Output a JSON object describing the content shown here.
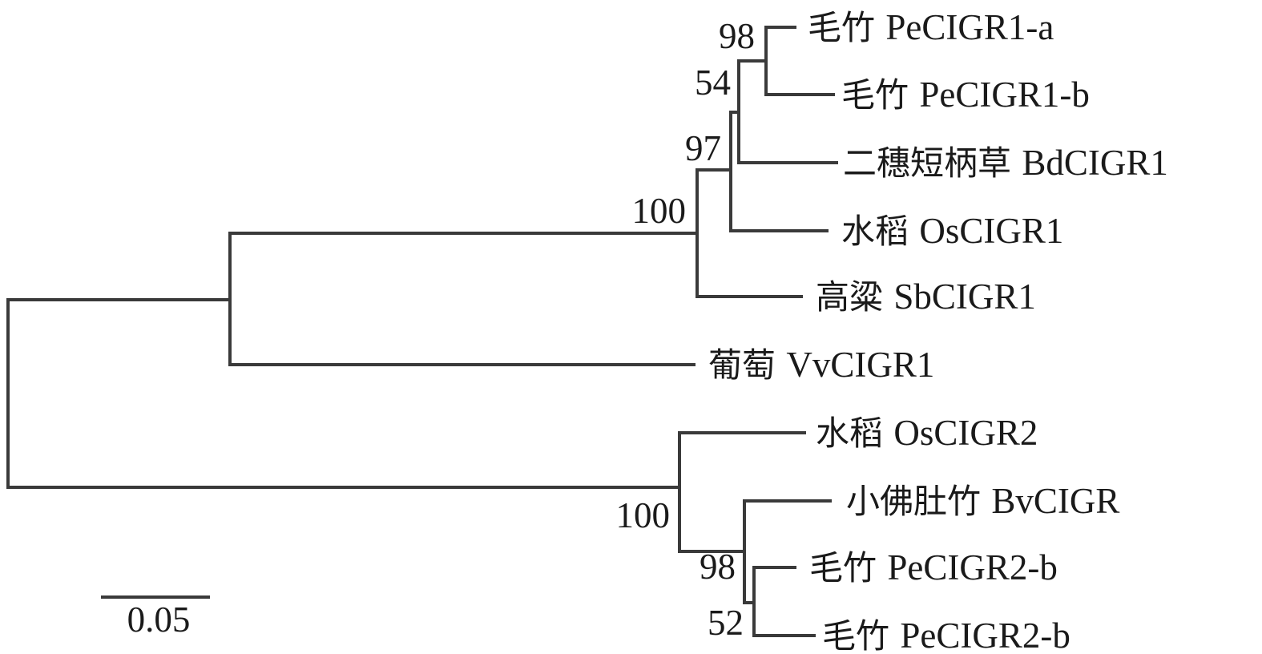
{
  "tree": {
    "leaves": [
      {
        "species": "毛竹",
        "gene": "PeCIGR1-a"
      },
      {
        "species": "毛竹",
        "gene": "PeCIGR1-b"
      },
      {
        "species": "二穗短柄草",
        "gene": "BdCIGR1"
      },
      {
        "species": "水稻",
        "gene": "OsCIGR1"
      },
      {
        "species": "高粱",
        "gene": "SbCIGR1"
      },
      {
        "species": "葡萄",
        "gene": "VvCIGR1"
      },
      {
        "species": "水稻",
        "gene": "OsCIGR2"
      },
      {
        "species": "小佛肚竹",
        "gene": "BvCIGR"
      },
      {
        "species": "毛竹",
        "gene": "PeCIGR2-b"
      },
      {
        "species": "毛竹",
        "gene": "PeCIGR2-b"
      }
    ],
    "bootstrap": [
      "98",
      "54",
      "97",
      "100",
      "100",
      "98",
      "52"
    ],
    "scale_bar": {
      "label": "0.05",
      "value": 0.05
    }
  }
}
